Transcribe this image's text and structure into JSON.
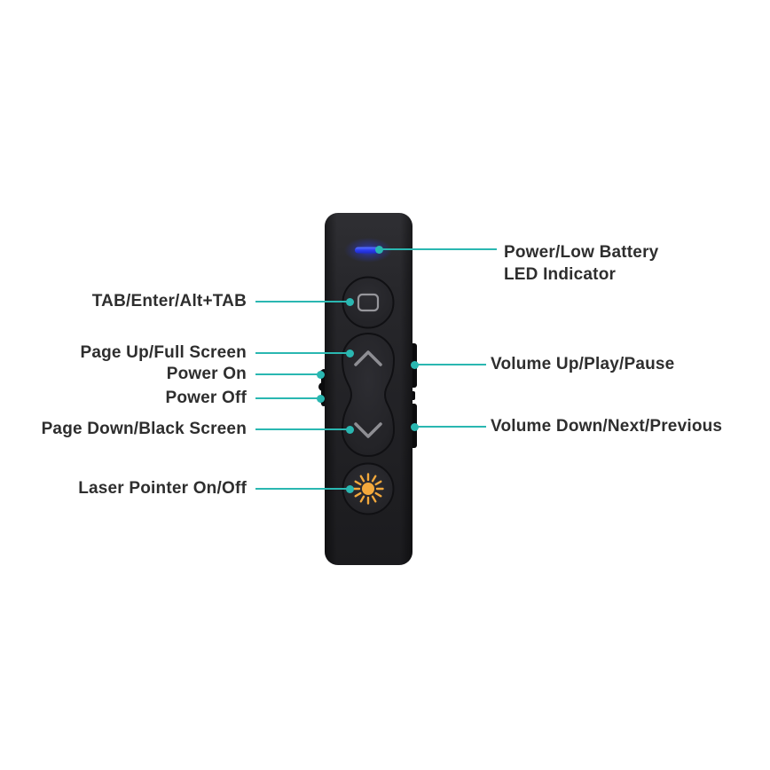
{
  "colors": {
    "accent": "#2ab7b1",
    "label_text": "#2e2e2e",
    "background": "#ffffff",
    "device_body": "#232327",
    "led_blue": "#2b3cf0",
    "laser_orange": "#f3a93c",
    "button_icon_gray": "#96969b"
  },
  "device": {
    "name": "wireless-presenter-remote",
    "parts": [
      {
        "name": "led-indicator",
        "icon": "led-light-icon"
      },
      {
        "name": "tab-button",
        "icon": "rounded-square-icon"
      },
      {
        "name": "page-up-button",
        "icon": "chevron-up-icon"
      },
      {
        "name": "page-down-button",
        "icon": "chevron-down-icon"
      },
      {
        "name": "laser-button",
        "icon": "sunburst-icon"
      },
      {
        "name": "power-switch",
        "icon": "side-switch"
      },
      {
        "name": "volume-up-button",
        "icon": "side-bar"
      },
      {
        "name": "volume-down-button",
        "icon": "side-bar"
      }
    ]
  },
  "callouts": {
    "tab": {
      "label": "TAB/Enter/Alt+TAB"
    },
    "page_up": {
      "label": "Page Up/Full Screen"
    },
    "power_on": {
      "label": "Power On"
    },
    "power_off": {
      "label": "Power Off"
    },
    "page_down": {
      "label": "Page Down/Black Screen"
    },
    "laser": {
      "label": "Laser Pointer On/Off"
    },
    "led": {
      "line1": "Power/Low Battery",
      "line2": "LED Indicator"
    },
    "volume_up": {
      "label": "Volume Up/Play/Pause"
    },
    "volume_down": {
      "label": "Volume Down/Next/Previous"
    }
  }
}
